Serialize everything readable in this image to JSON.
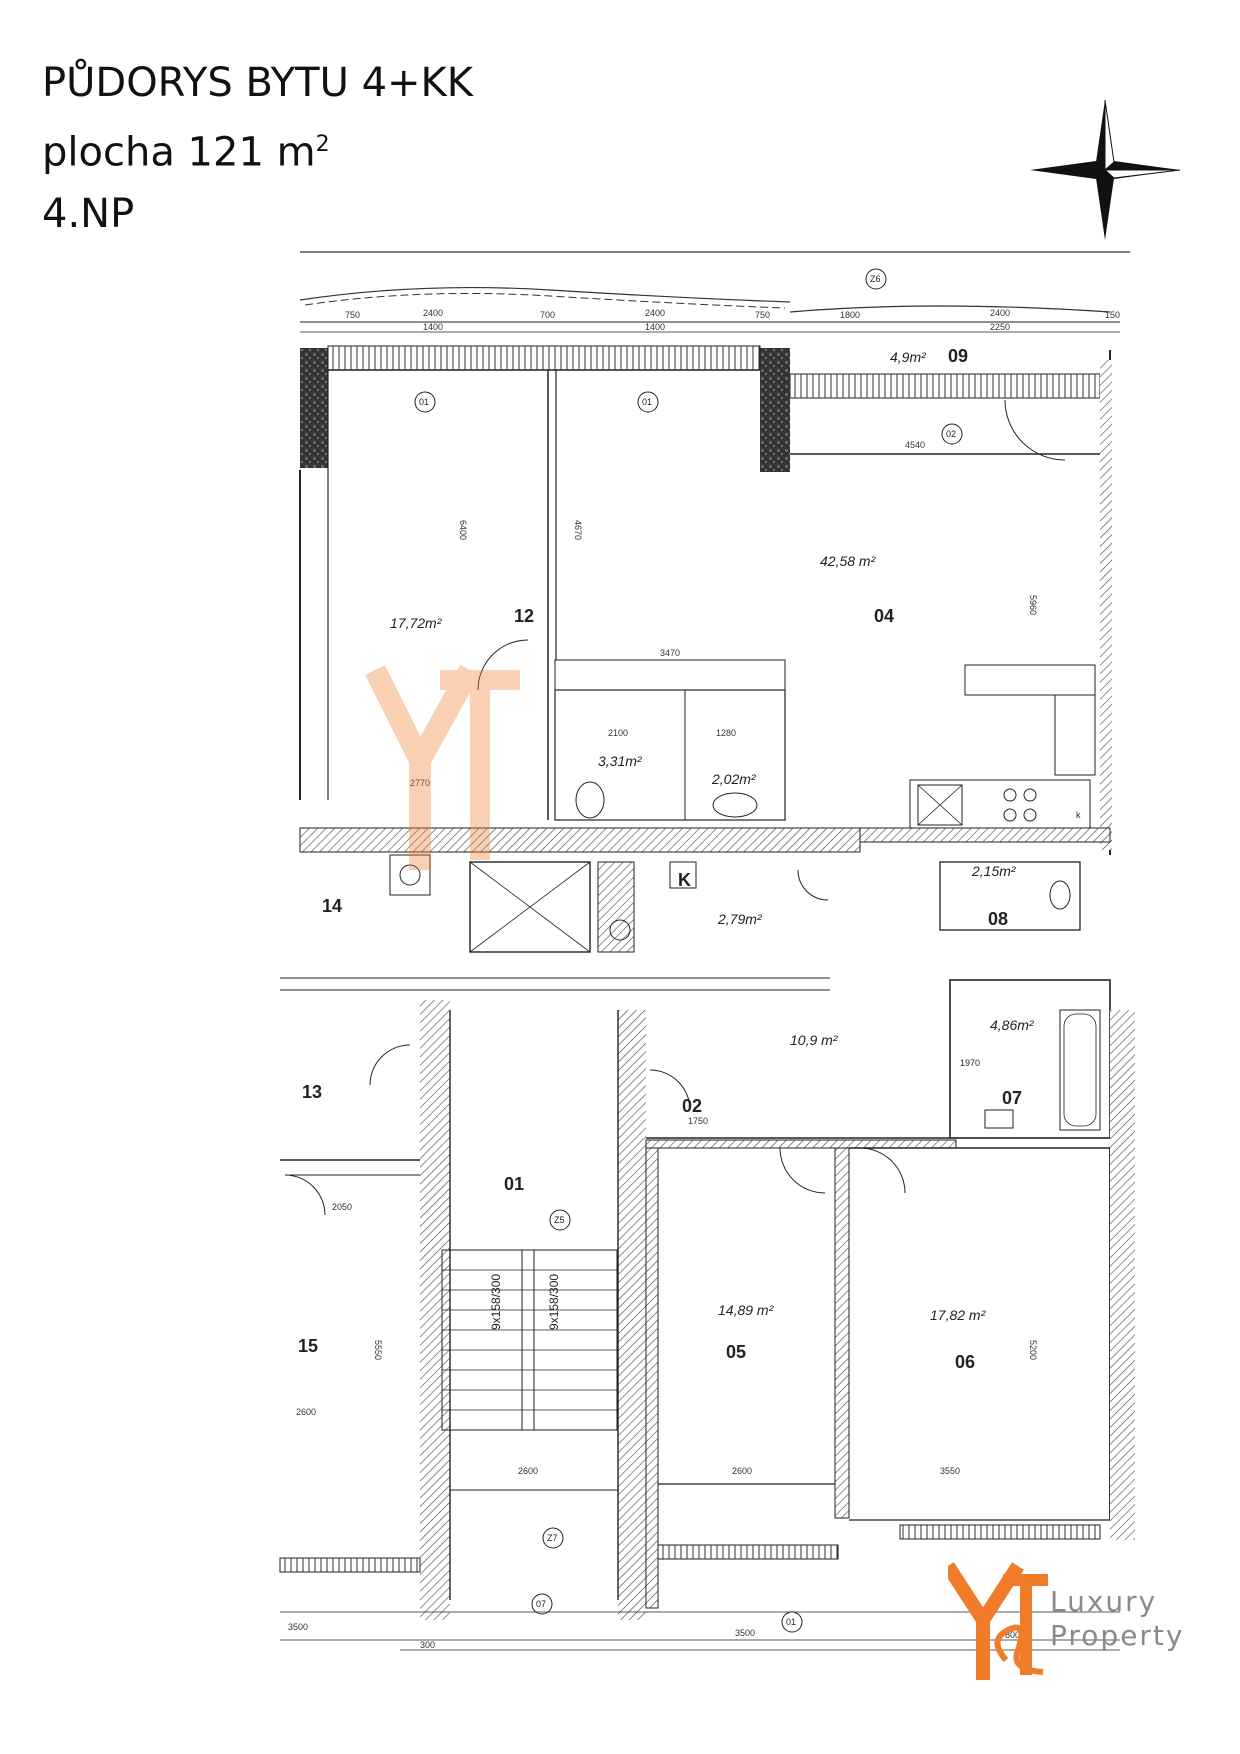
{
  "header": {
    "title": "PŮDORYS BYTU 4+KK",
    "area_label": "plocha 121 m",
    "area_sup": "2",
    "floor": "4.NP"
  },
  "brand": {
    "line1": "Luxury",
    "line2": "Property",
    "logo_color": "#f07c2a"
  },
  "rooms": {
    "r01": "01",
    "r02": "02",
    "r04": "04",
    "r05": "05",
    "r06": "06",
    "r07": "07",
    "r08": "08",
    "r09": "09",
    "r12": "12",
    "r13": "13",
    "r14": "14",
    "r15": "15"
  },
  "areas": {
    "a09": "4,9m²",
    "a04": "42,58 m²",
    "a12": "17,72m²",
    "a_wc": "3,31m²",
    "a_bath_small": "2,02m²",
    "a_hall_k": "2,79m²",
    "a08": "2,15m²",
    "a02": "10,9 m²",
    "a07": "4,86m²",
    "a05": "14,89 m²",
    "a06": "17,82 m²"
  },
  "dims": {
    "d4540": "4540",
    "d3470": "3470",
    "d2770": "2770",
    "d2100": "2100",
    "d1280": "1280",
    "d6400": "6400",
    "d4670": "4670",
    "d5960": "5960",
    "d2400a": "2400",
    "d1400a": "1400",
    "d2400b": "2400",
    "d1400b": "1400",
    "d750a": "750",
    "d700": "700",
    "d750b": "750",
    "d1800": "1800",
    "d2400c": "2400",
    "d2250": "2250",
    "d150": "150",
    "d2600a": "2600",
    "d2600b": "2600",
    "d2600c": "2600",
    "d3550": "3550",
    "d5200": "5200",
    "d5550": "5550",
    "d2050": "2050",
    "d1750": "1750",
    "d3500a": "3500",
    "d3500b": "3500",
    "d300": "300",
    "d800": "800",
    "d1970": "1970"
  },
  "tags": {
    "t01a": "01",
    "t01b": "01",
    "t02": "02",
    "t26": "Z6",
    "t25": "Z5",
    "t27": "Z7",
    "t07": "07",
    "t01c": "01"
  },
  "stairs": {
    "s1": "9x158/300",
    "s2": "9x158/300"
  },
  "misc": {
    "k1": "K",
    "k2": "k"
  }
}
